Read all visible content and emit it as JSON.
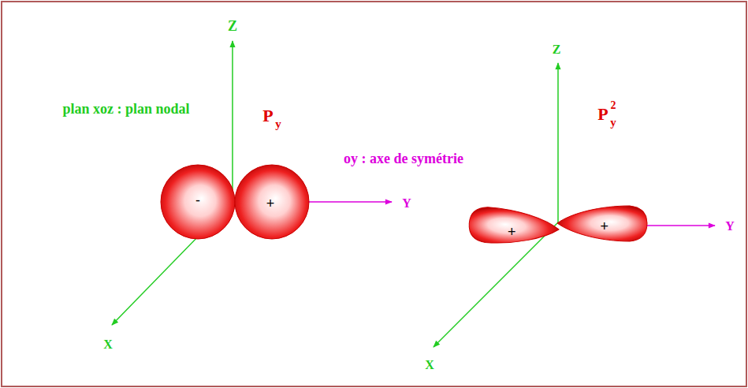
{
  "diagram": {
    "nodes": [
      {
        "text": [
          "-"
        ]
      },
      {
        "text": [
          "+"
        ]
      },
      {
        "text": [
          "+"
        ]
      },
      {
        "text": [
          "+"
        ]
      }
    ],
    "labels": [
      "Z",
      "plan xoz : plan nodal",
      "P",
      "y",
      "oy : axe de symétrie",
      "Y",
      "X",
      "Z",
      "P",
      "y",
      "2",
      "Y",
      "X"
    ]
  }
}
